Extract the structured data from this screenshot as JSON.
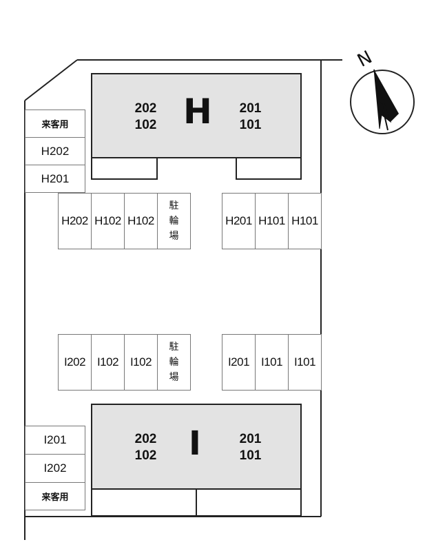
{
  "buildings": [
    {
      "letter": "H",
      "left_units": [
        "202",
        "102"
      ],
      "right_units": [
        "201",
        "101"
      ]
    },
    {
      "letter": "I",
      "left_units": [
        "202",
        "102"
      ],
      "right_units": [
        "201",
        "101"
      ]
    }
  ],
  "side_parking": {
    "top": [
      "来客用",
      "H202",
      "H201"
    ],
    "bottom": [
      "I201",
      "I202",
      "来客用"
    ]
  },
  "parking_rows": {
    "h_left": [
      "H202",
      "H102",
      "H102"
    ],
    "h_right": [
      "H201",
      "H101",
      "H101"
    ],
    "i_left": [
      "I202",
      "I102",
      "I102"
    ],
    "i_right": [
      "I201",
      "I101",
      "I101"
    ]
  },
  "bicycle_parking": {
    "chars": [
      "駐",
      "輪",
      "場"
    ]
  },
  "compass": {
    "label": "N",
    "icon": "north-arrow-icon"
  }
}
